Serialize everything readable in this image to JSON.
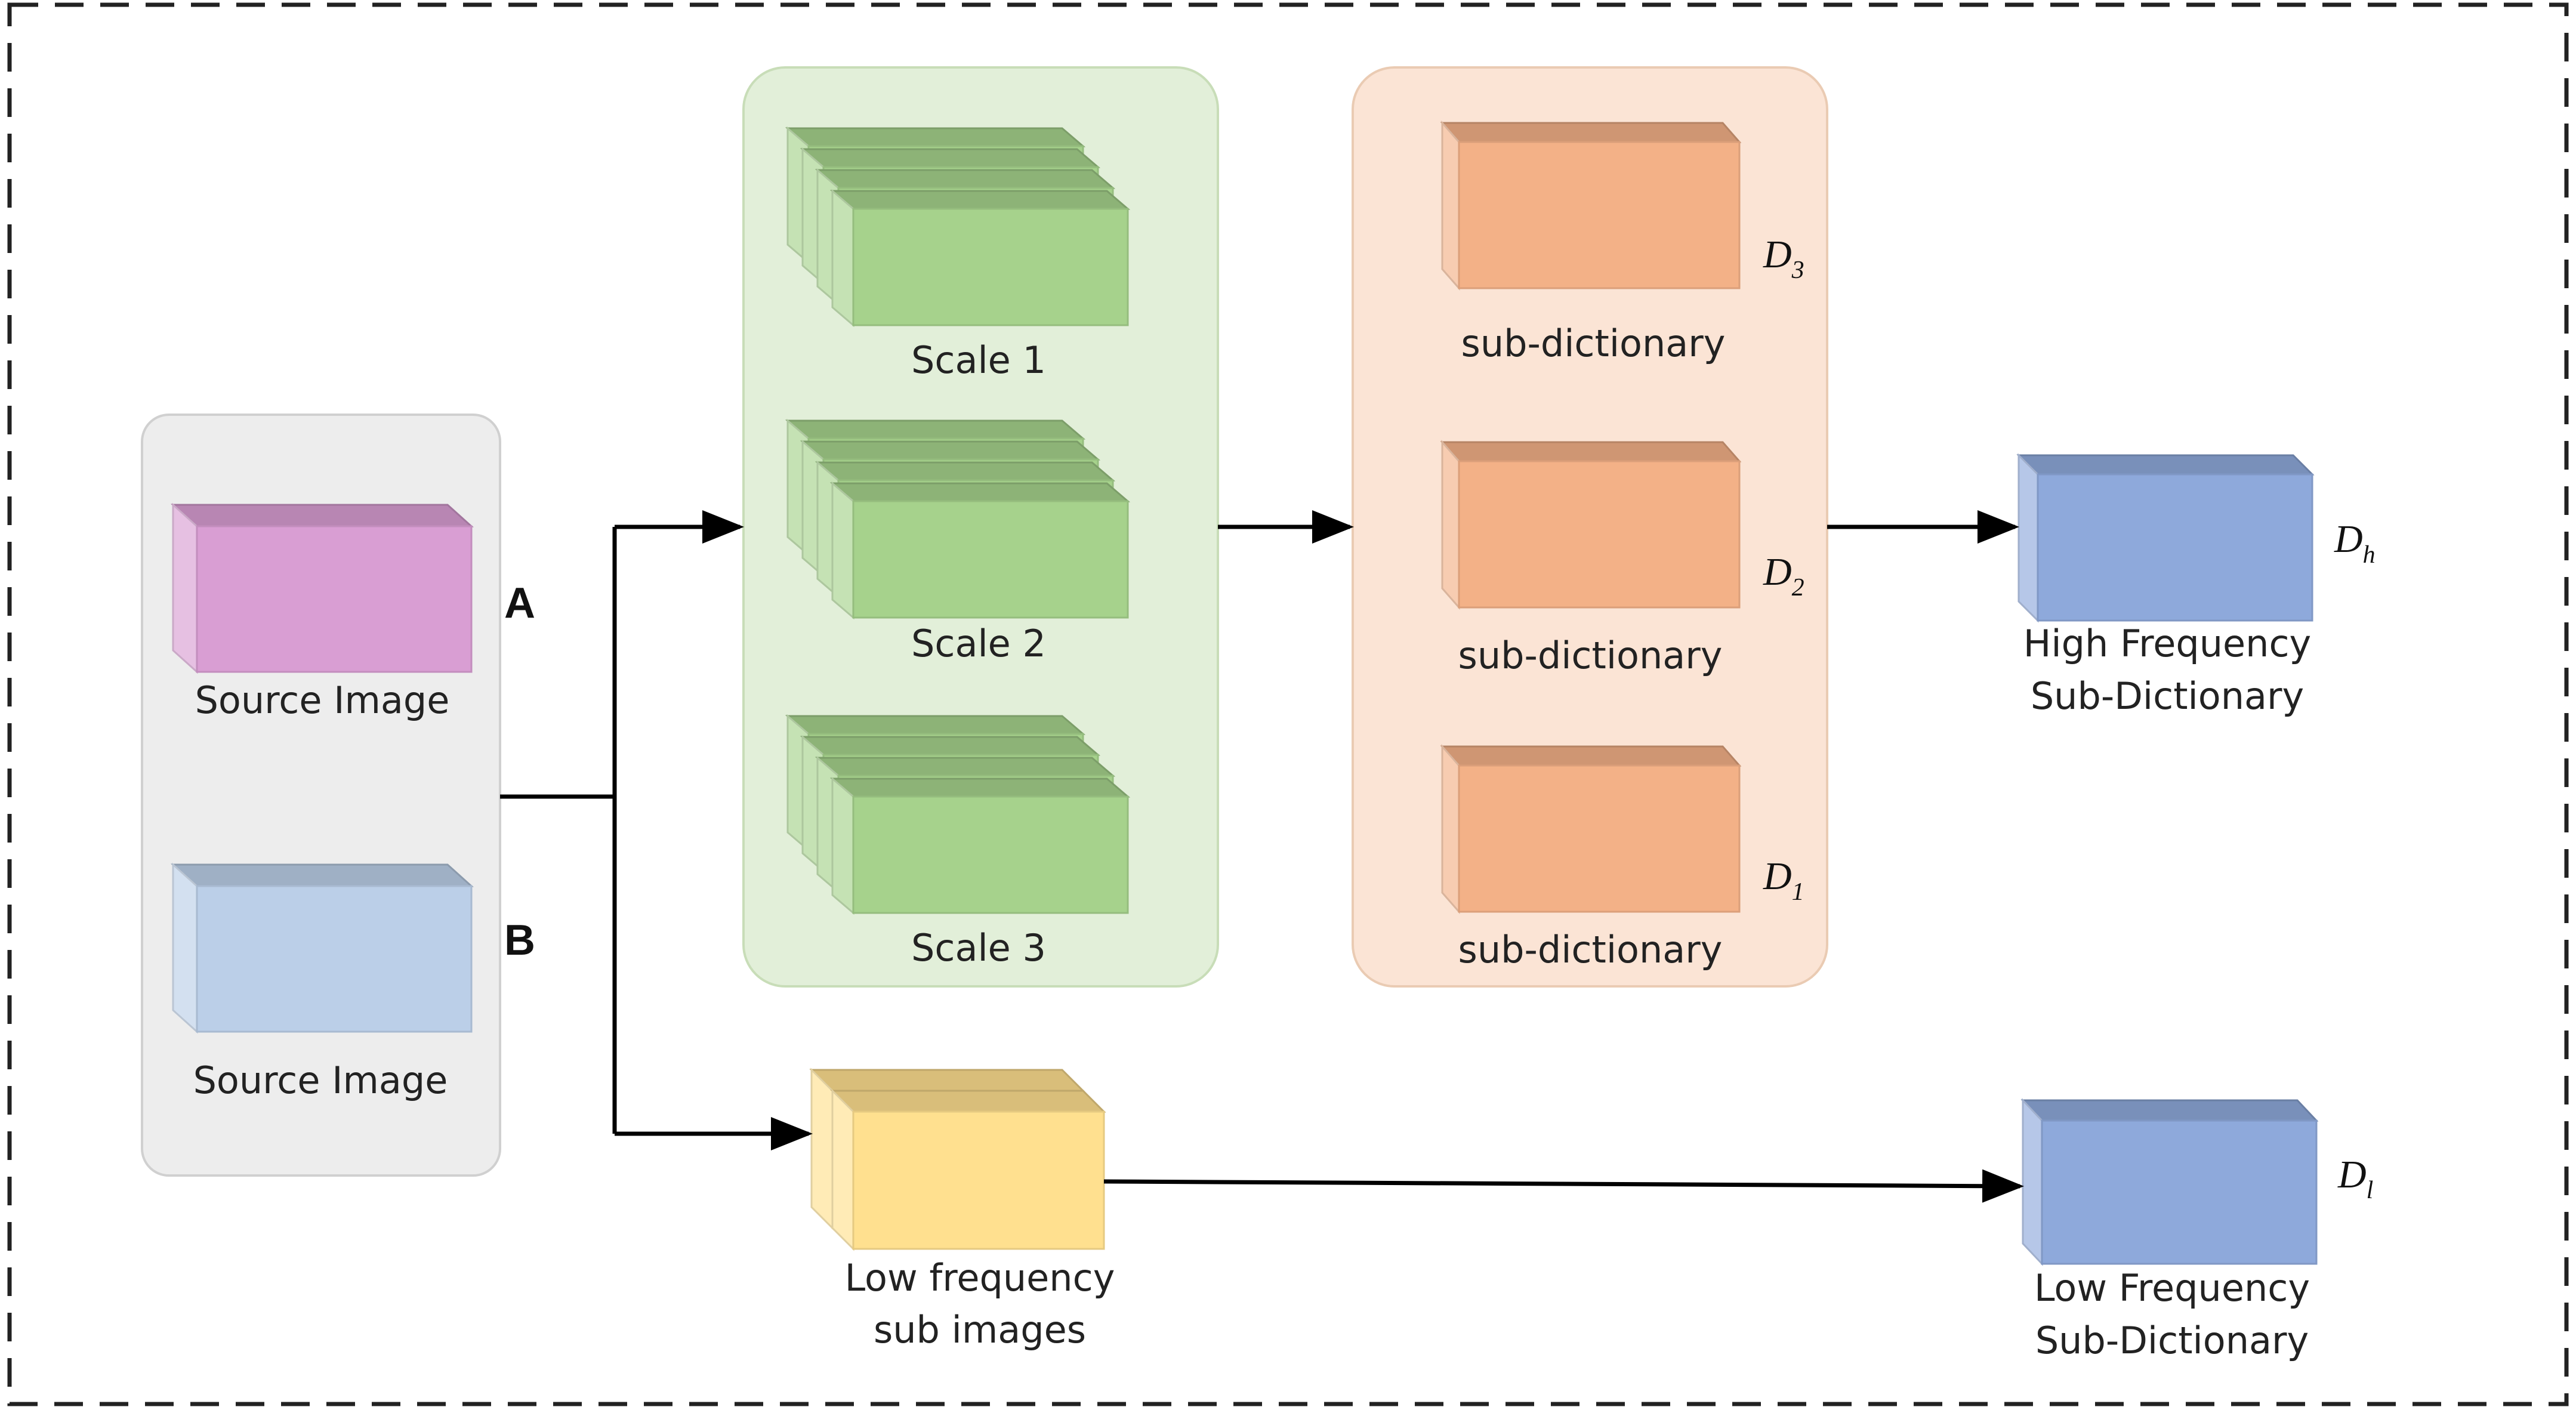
{
  "source_a": {
    "tag": "A",
    "label": "Source Image"
  },
  "source_b": {
    "tag": "B",
    "label": "Source Image"
  },
  "scales": [
    "Scale 1",
    "Scale 2",
    "Scale 3"
  ],
  "sub_dictionaries": [
    {
      "label": "sub-dictionary",
      "symbol": "D",
      "subscript": "3"
    },
    {
      "label": "sub-dictionary",
      "symbol": "D",
      "subscript": "2"
    },
    {
      "label": "sub-dictionary",
      "symbol": "D",
      "subscript": "1"
    }
  ],
  "low_freq_images": {
    "line1": "Low frequency",
    "line2": "sub images"
  },
  "high_freq_dict": {
    "line1": "High Frequency",
    "line2": "Sub-Dictionary",
    "symbol": "D",
    "subscript": "h"
  },
  "low_freq_dict": {
    "line1": "Low Frequency",
    "line2": "Sub-Dictionary",
    "symbol": "D",
    "subscript": "l"
  },
  "colors": {
    "source_a": "#D99ED3",
    "source_b": "#BBCFE8",
    "scale_boxes": "#A6D28C",
    "sub_dict_boxes": "#F3B187",
    "low_freq_box": "#FFE08F",
    "dict_boxes": "#8EA9DB",
    "green_panel": "#E2EFD9",
    "orange_panel": "#FBE4D5",
    "gray_panel": "#EDEDED"
  }
}
